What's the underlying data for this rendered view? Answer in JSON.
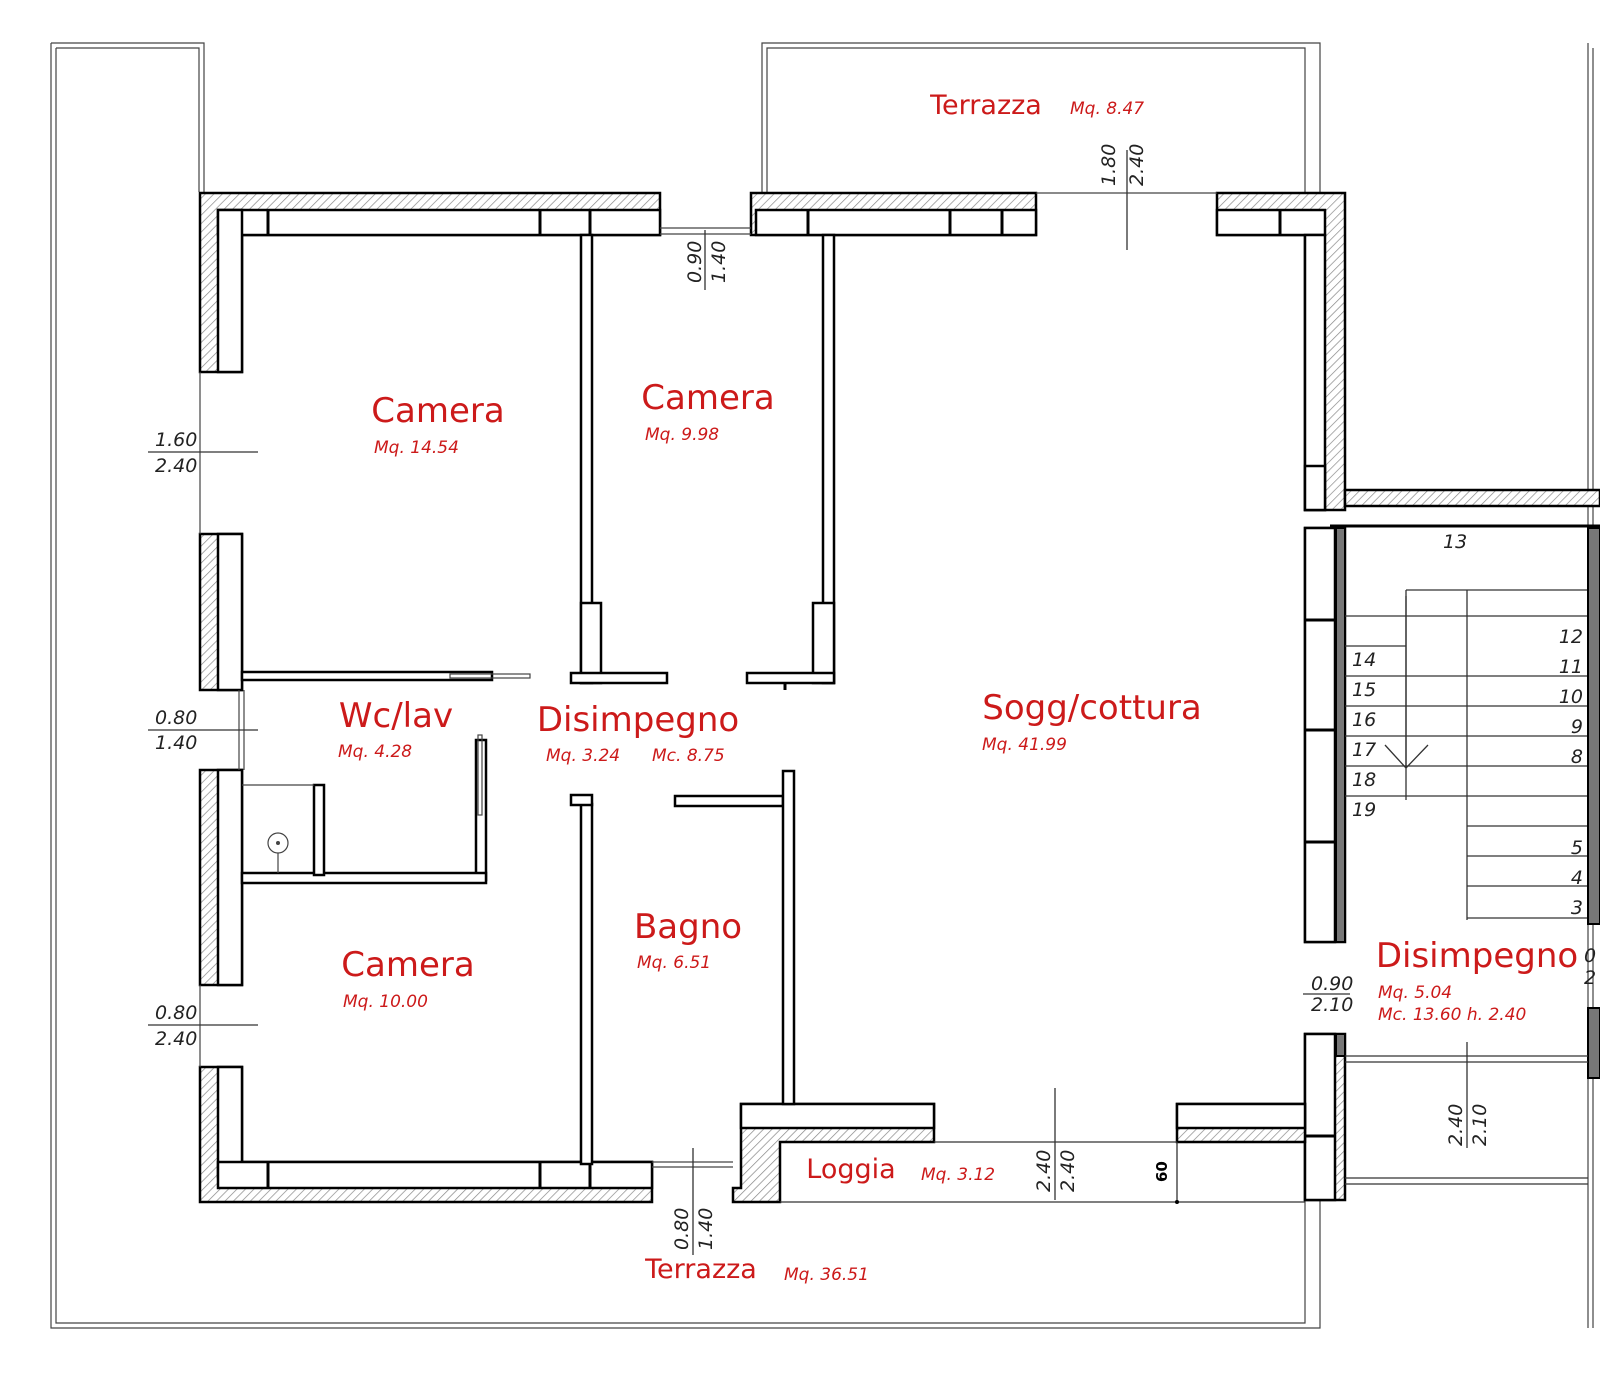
{
  "colors": {
    "label": "#cc1a1a",
    "wall": "#000000",
    "hatch": "#888888",
    "background": "#ffffff"
  },
  "rooms": {
    "terrazza_top": {
      "name": "Terrazza",
      "area": "Mq.  8.47"
    },
    "camera_1": {
      "name": "Camera",
      "area": "Mq.  14.54"
    },
    "camera_2": {
      "name": "Camera",
      "area": "Mq.  9.98"
    },
    "wc_lav": {
      "name": "Wc/lav",
      "area": "Mq.  4.28"
    },
    "disimpegno_1": {
      "name": "Disimpegno",
      "area": "Mq.  3.24",
      "volume": "Mc.  8.75"
    },
    "sogg_cottura": {
      "name": "Sogg/cottura",
      "area": "Mq.  41.99"
    },
    "bagno": {
      "name": "Bagno",
      "area": "Mq.  6.51"
    },
    "camera_3": {
      "name": "Camera",
      "area": "Mq.  10.00"
    },
    "loggia": {
      "name": "Loggia",
      "area": "Mq.  3.12"
    },
    "terrazza_bottom": {
      "name": "Terrazza",
      "area": "Mq.  36.51"
    },
    "disimpegno_2": {
      "name": "Disimpegno",
      "area": "Mq.  5.04",
      "volume": "Mc.  13.60  h.  2.40"
    }
  },
  "openings": {
    "w_top_right": {
      "a": "1.80",
      "b": "2.40"
    },
    "w_top_mid": {
      "a": "0.90",
      "b": "1.40"
    },
    "w_left_1": {
      "a": "1.60",
      "b": "2.40"
    },
    "w_left_2": {
      "a": "0.80",
      "b": "1.40"
    },
    "w_left_3": {
      "a": "0.80",
      "b": "2.40"
    },
    "w_bottom": {
      "a": "0.80",
      "b": "1.40"
    },
    "w_loggia": {
      "a": "2.40",
      "b": "2.40"
    },
    "door_right": {
      "a": "0.90",
      "b": "2.10"
    },
    "w_right_bottom": {
      "a": "2.40",
      "b": "2.10"
    },
    "cut_right": {
      "a": "0",
      "b": "2"
    }
  },
  "loggia_depth": "60",
  "stair_steps": {
    "top": "13",
    "left": [
      "14",
      "15",
      "16",
      "17",
      "18",
      "19"
    ],
    "right": [
      "12",
      "11",
      "10",
      "9",
      "8"
    ],
    "right_lower": [
      "5",
      "4",
      "3"
    ]
  }
}
